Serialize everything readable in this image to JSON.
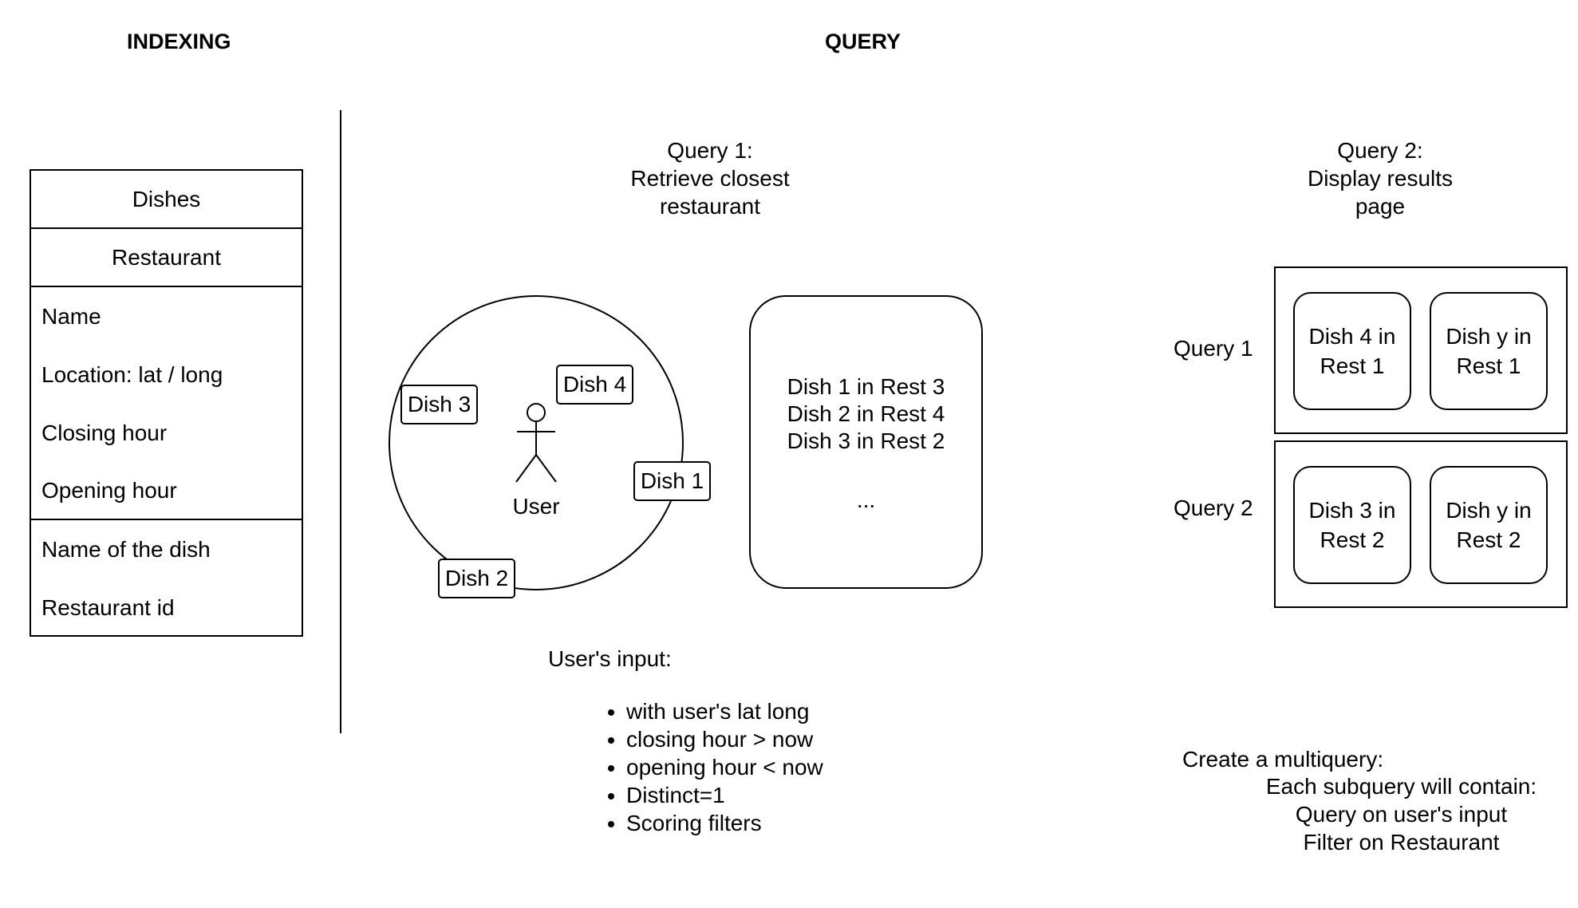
{
  "headings": {
    "indexing": "INDEXING",
    "query": "QUERY"
  },
  "schema_table": {
    "header_dishes": "Dishes",
    "header_restaurant": "Restaurant",
    "restaurant_fields": [
      "Name",
      "Location: lat / long",
      "Closing hour",
      "Opening hour"
    ],
    "dish_fields": [
      "Name of the dish",
      "Restaurant id"
    ]
  },
  "query1": {
    "title_lines": [
      "Query 1:",
      "Retrieve closest",
      "restaurant"
    ],
    "user_label": "User",
    "dish_tags": [
      "Dish 3",
      "Dish 4",
      "Dish 1",
      "Dish 2"
    ],
    "results_lines": [
      "Dish 1 in Rest 3",
      "Dish 2 in Rest 4",
      "Dish 3 in Rest 2"
    ],
    "results_more": "...",
    "input_title": "User's input:",
    "input_items": [
      "with user's lat long",
      "closing hour > now",
      "opening hour < now",
      "Distinct=1",
      "Scoring filters"
    ]
  },
  "query2": {
    "title_lines": [
      "Query 2:",
      "Display results",
      "page"
    ],
    "rows": [
      {
        "label": "Query 1",
        "cards": [
          [
            "Dish 4 in",
            "Rest 1"
          ],
          [
            "Dish y in",
            "Rest 1"
          ]
        ]
      },
      {
        "label": "Query 2",
        "cards": [
          [
            "Dish 3 in",
            "Rest 2"
          ],
          [
            "Dish y in",
            "Rest 2"
          ]
        ]
      }
    ],
    "note_title": "Create a multiquery:",
    "note_lines": [
      "Each subquery will contain:",
      "Query on user's input",
      "Filter on Restaurant"
    ]
  }
}
